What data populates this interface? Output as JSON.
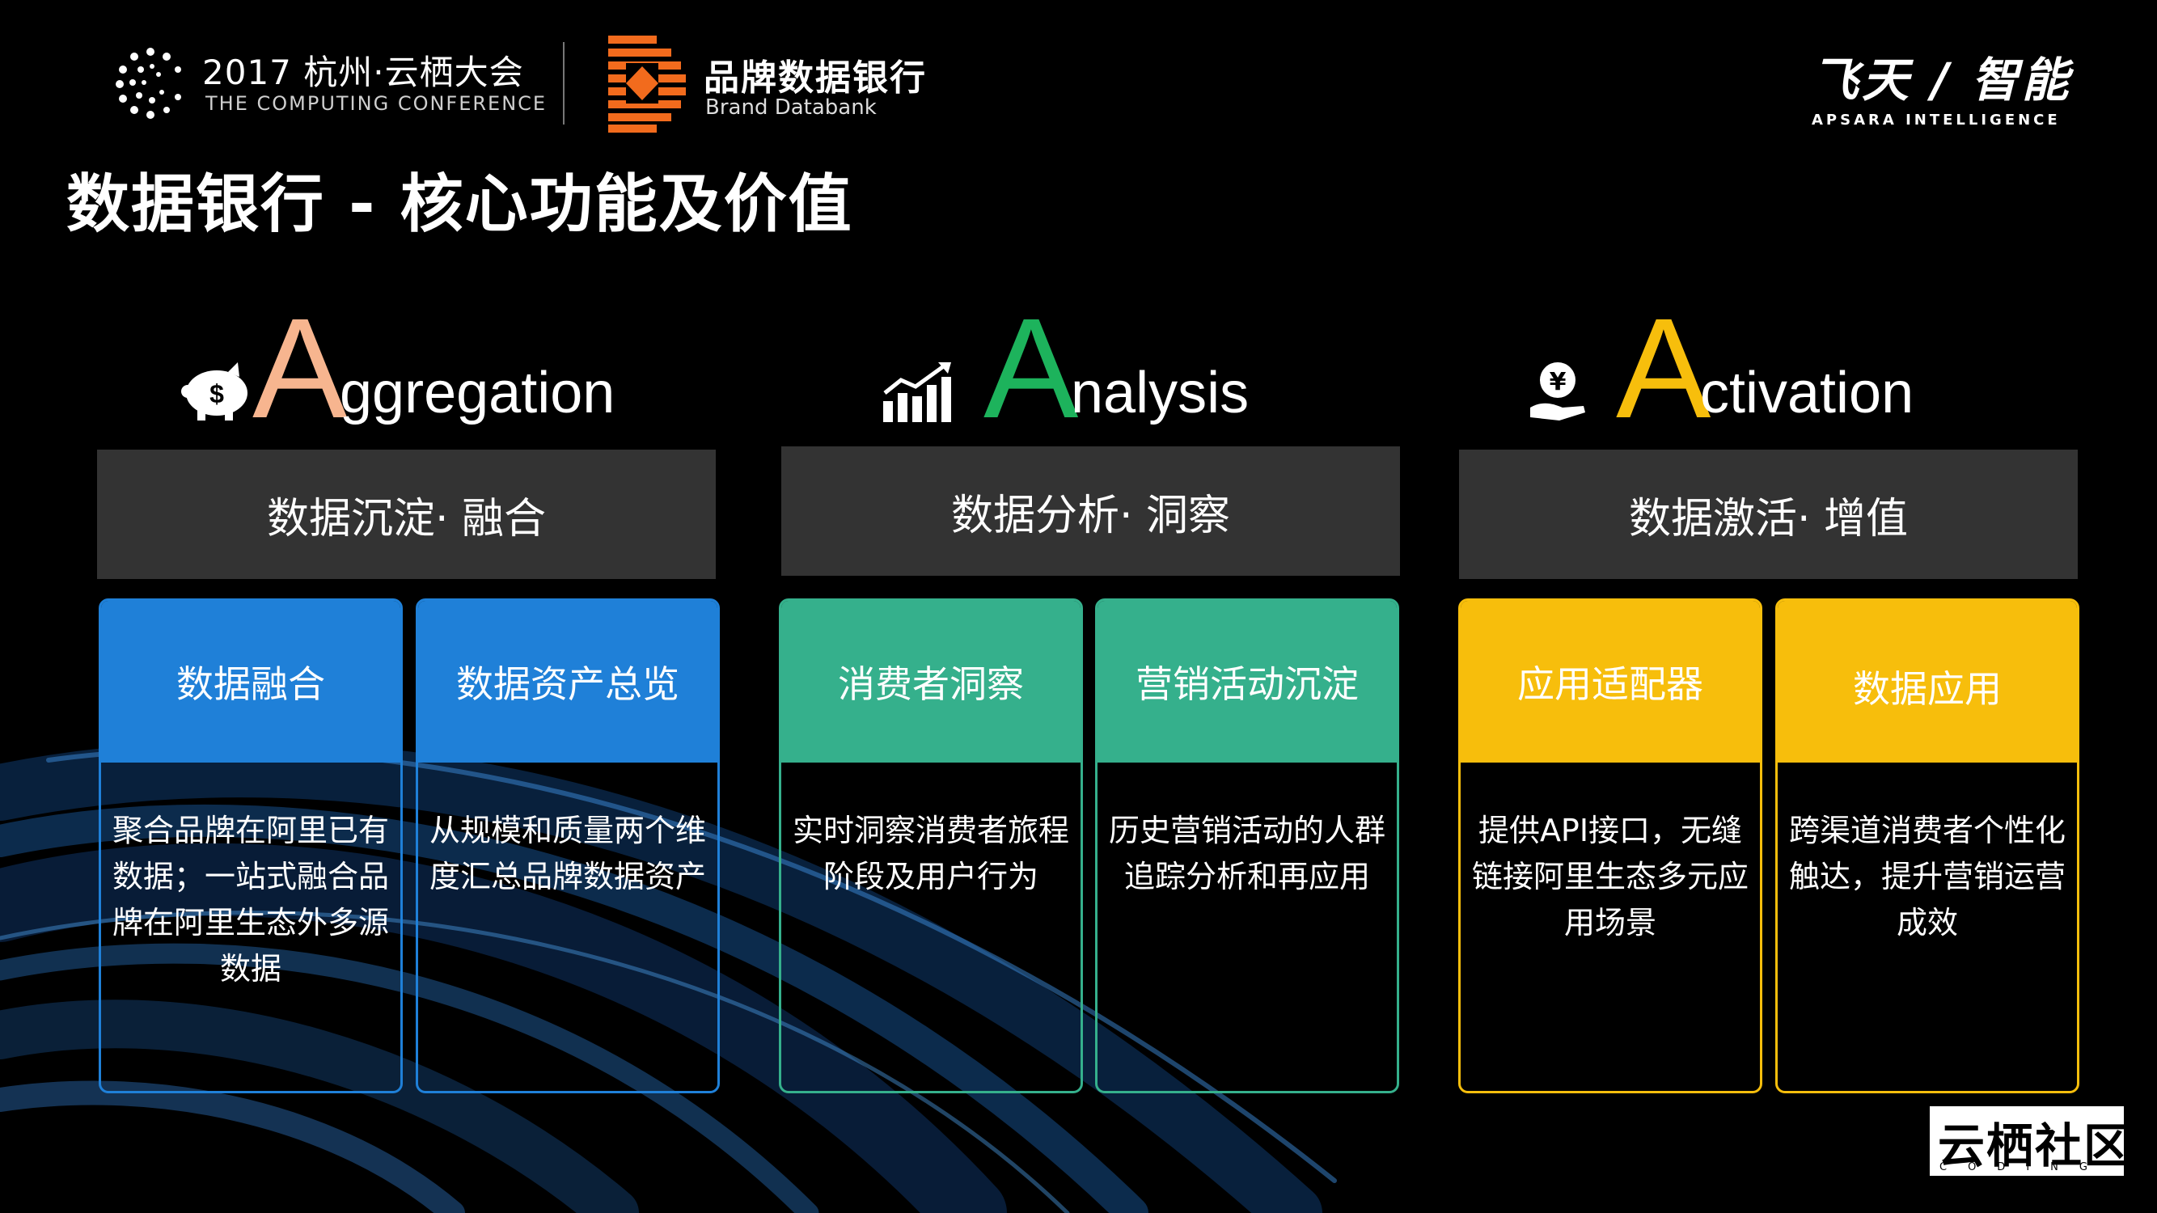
{
  "header": {
    "conference_title": "2017 杭州·云栖大会",
    "conference_subtitle": "THE COMPUTING CONFERENCE",
    "brand_title": "品牌数据银行",
    "brand_subtitle": "Brand Databank",
    "apsara_main": "飞天 / 智能",
    "apsara_sub": "APSARA INTELLIGENCE"
  },
  "page_title": "数据银行 - 核心功能及价值",
  "pillars": [
    {
      "icon": "piggy-bank-icon",
      "letter": "A",
      "rest": "ggregation",
      "color": "#f7b58f",
      "bar": "数据沉淀· 融合",
      "cards": [
        {
          "title": "数据融合",
          "body": "聚合品牌在阿里已有数据；一站式融合品牌在阿里生态外多源数据"
        },
        {
          "title": "数据资产总览",
          "body": "从规模和质量两个维度汇总品牌数据资产"
        }
      ]
    },
    {
      "icon": "bar-chart-growth-icon",
      "letter": "A",
      "rest": "nalysis",
      "color": "#1db35c",
      "bar": "数据分析· 洞察",
      "cards": [
        {
          "title": "消费者洞察",
          "body": "实时洞察消费者旅程阶段及用户行为"
        },
        {
          "title": "营销活动沉淀",
          "body": "历史营销活动的人群追踪分析和再应用"
        }
      ]
    },
    {
      "icon": "hand-coin-icon",
      "letter": "A",
      "rest": "ctivation",
      "color": "#f7be0c",
      "bar": "数据激活· 增值",
      "cards": [
        {
          "title": "应用适配器",
          "body": "提供API接口，无缝链接阿里生态多元应用场景"
        },
        {
          "title": "数据应用",
          "body": "跨渠道消费者个性化触达，提升营销运营成效"
        }
      ]
    }
  ],
  "community": {
    "main": "云栖社区",
    "sub": "CODING LIFE"
  }
}
